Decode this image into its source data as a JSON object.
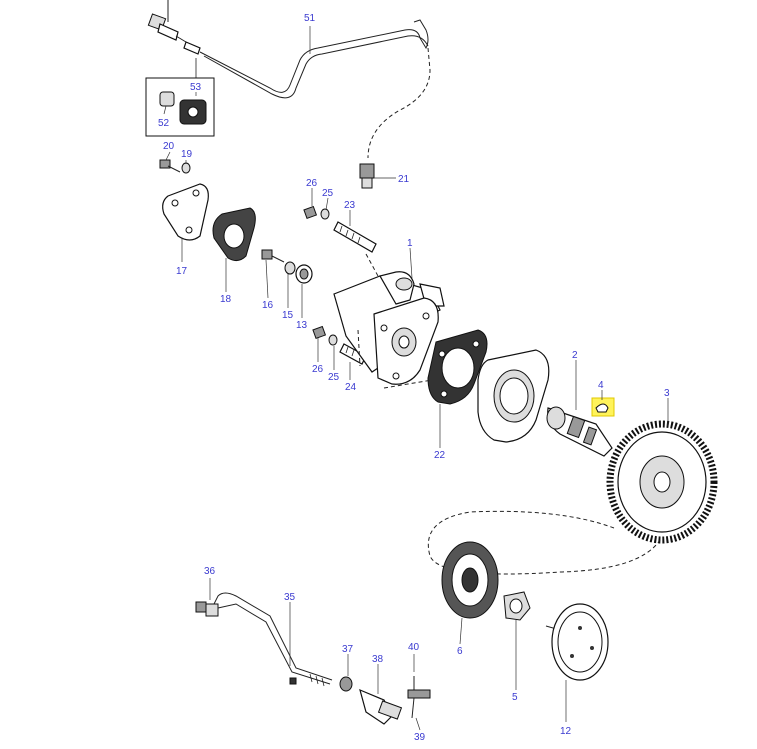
{
  "diagram": {
    "highlight_color": "#fff35a",
    "label_color": "#3a3ad0",
    "parts": [
      {
        "id": "51",
        "label": "51"
      },
      {
        "id": "53",
        "label": "53"
      },
      {
        "id": "52",
        "label": "52"
      },
      {
        "id": "21",
        "label": "21"
      },
      {
        "id": "20",
        "label": "20"
      },
      {
        "id": "19",
        "label": "19"
      },
      {
        "id": "17",
        "label": "17"
      },
      {
        "id": "18",
        "label": "18"
      },
      {
        "id": "26a",
        "label": "26"
      },
      {
        "id": "25a",
        "label": "25"
      },
      {
        "id": "23",
        "label": "23"
      },
      {
        "id": "1",
        "label": "1"
      },
      {
        "id": "16",
        "label": "16"
      },
      {
        "id": "15",
        "label": "15"
      },
      {
        "id": "13",
        "label": "13"
      },
      {
        "id": "26b",
        "label": "26"
      },
      {
        "id": "25b",
        "label": "25"
      },
      {
        "id": "24",
        "label": "24"
      },
      {
        "id": "22",
        "label": "22"
      },
      {
        "id": "2",
        "label": "2"
      },
      {
        "id": "4",
        "label": "4"
      },
      {
        "id": "3",
        "label": "3"
      },
      {
        "id": "36",
        "label": "36"
      },
      {
        "id": "35",
        "label": "35"
      },
      {
        "id": "6",
        "label": "6"
      },
      {
        "id": "37",
        "label": "37"
      },
      {
        "id": "38",
        "label": "38"
      },
      {
        "id": "40",
        "label": "40"
      },
      {
        "id": "5",
        "label": "5"
      },
      {
        "id": "39",
        "label": "39"
      },
      {
        "id": "12",
        "label": "12"
      }
    ]
  }
}
